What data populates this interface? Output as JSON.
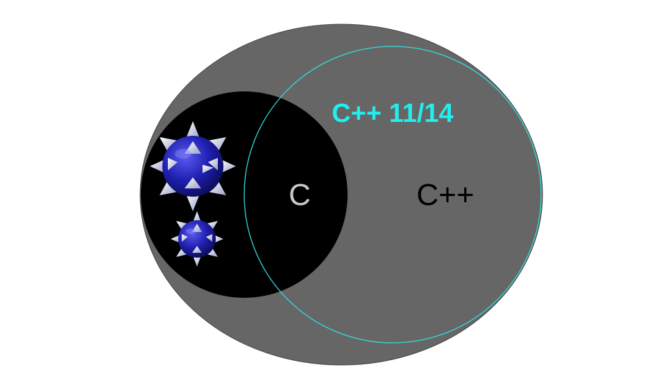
{
  "diagram": {
    "labels": {
      "c": "C",
      "cpp": "C++",
      "cpp_modern": "C++ 11/14"
    },
    "colors": {
      "background": "#ffffff",
      "outer_set": "#666666",
      "c_set": "#000000",
      "modern_outline": "#33dddd",
      "modern_label": "#22eeee",
      "c_label": "#c9c9c9",
      "cpp_label": "#000000",
      "spiky_ball": "#1f1fb0",
      "spikes": "#e4e6f4"
    },
    "icons": [
      "spiky-ball-icon",
      "spiky-ball-icon"
    ]
  }
}
